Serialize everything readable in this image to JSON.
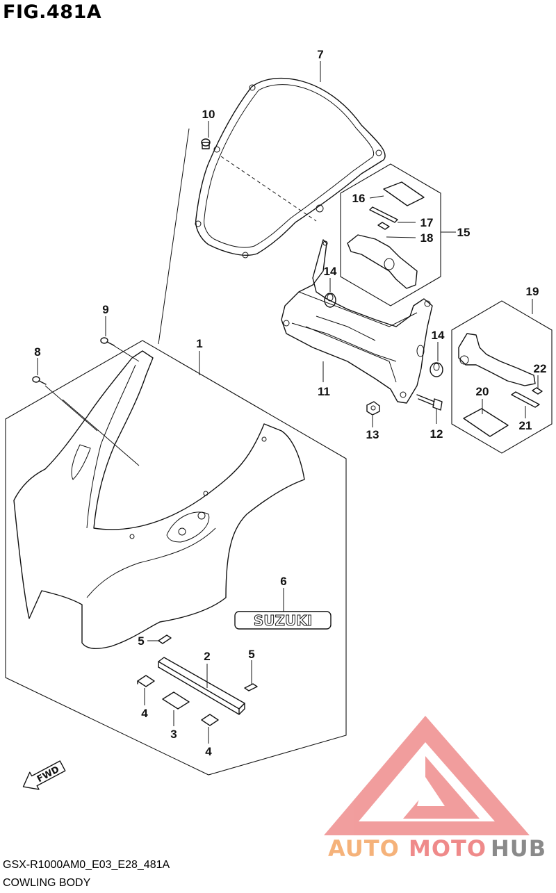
{
  "figure": {
    "title": "FIG.481A"
  },
  "footer": {
    "model_code": "GSX-R1000AM0_E03_E28_481A",
    "section_name": "COWLING BODY"
  },
  "callouts": {
    "c1": "1",
    "c2": "2",
    "c3": "3",
    "c4a": "4",
    "c4b": "4",
    "c5a": "5",
    "c5b": "5",
    "c6": "6",
    "c7": "7",
    "c8": "8",
    "c9": "9",
    "c10": "10",
    "c11": "11",
    "c12": "12",
    "c13": "13",
    "c14a": "14",
    "c14b": "14",
    "c15": "15",
    "c16": "16",
    "c17": "17",
    "c18": "18",
    "c19": "19",
    "c20": "20",
    "c21": "21",
    "c22": "22"
  },
  "emblem": {
    "text": "SUZUKI"
  },
  "direction_arrow": {
    "text": "FWD"
  },
  "watermark": {
    "word_auto": "AUTO",
    "word_moto": "MOTO",
    "word_hub": "HUB",
    "color_auto": "#f5b27a",
    "color_moto": "#ef8a8a",
    "color_hub": "#8a8a8a",
    "logo_color": "#ef8d8d"
  }
}
